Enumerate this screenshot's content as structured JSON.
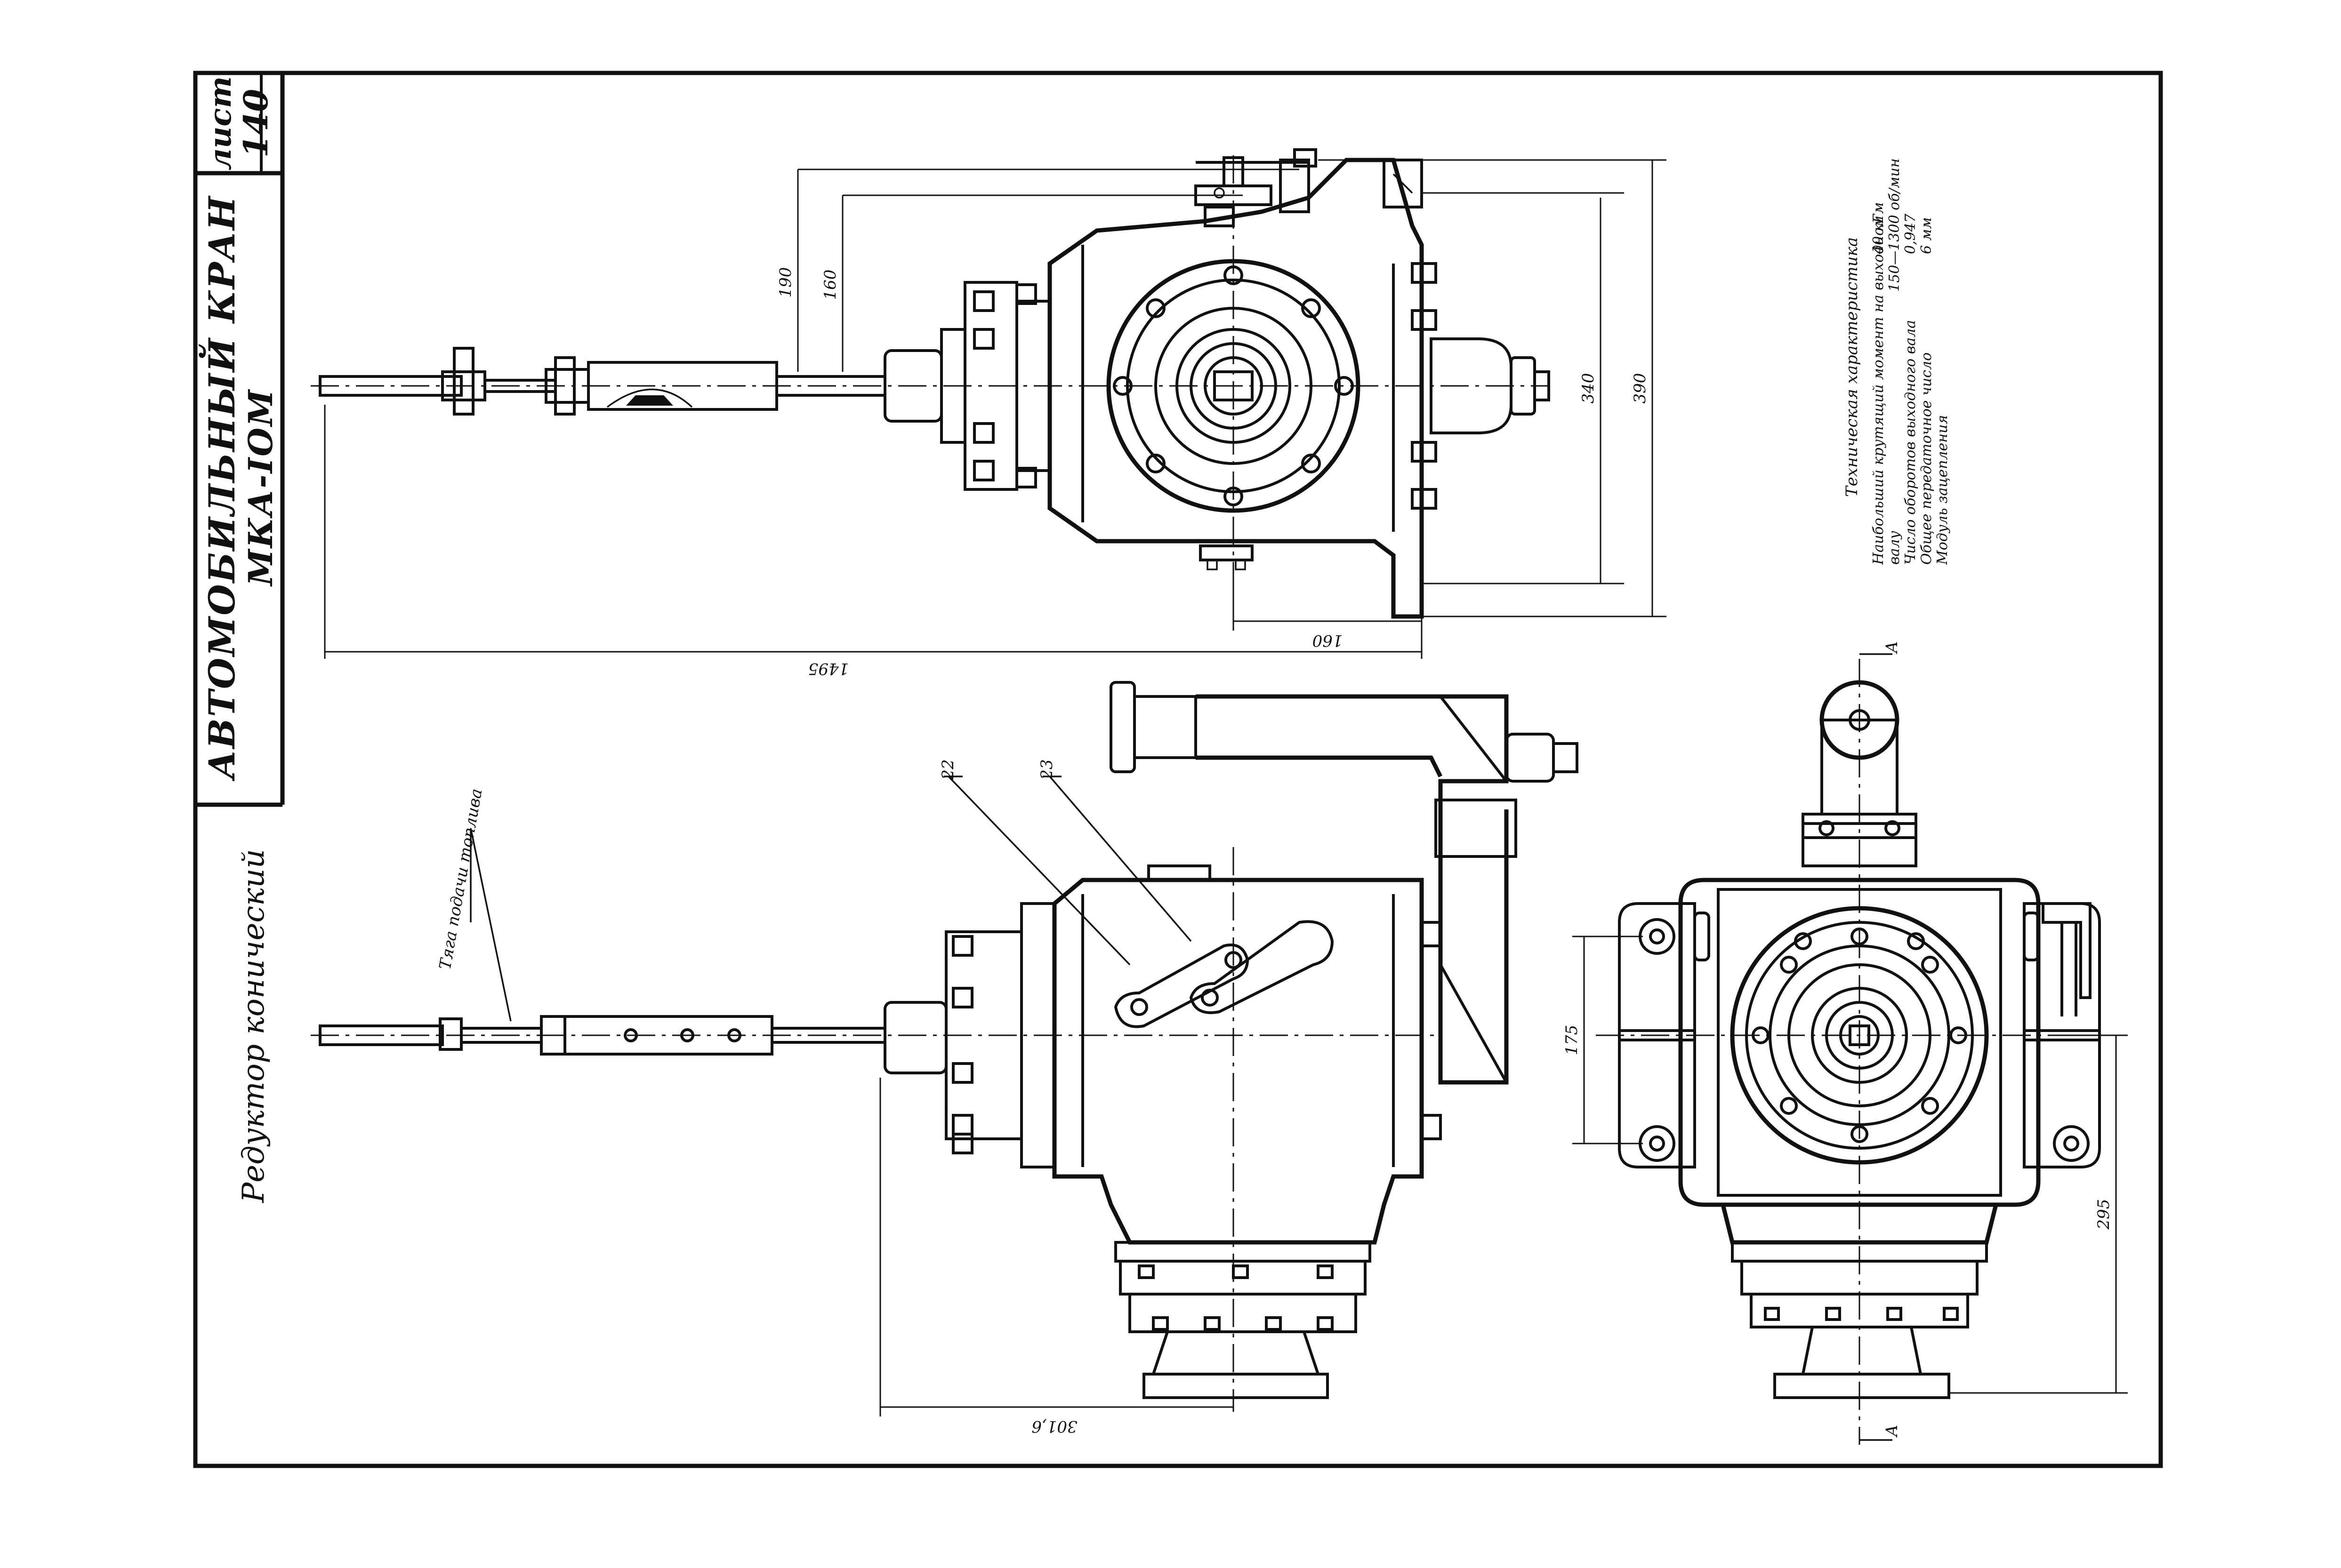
{
  "sheet": {
    "label": "лист",
    "number": "140"
  },
  "title": {
    "line1": "АВТОМОБИЛЬНЫЙ КРАН",
    "line2": "МКА-IOM"
  },
  "drawing_caption": "Редуктор конический",
  "callouts": {
    "rod": "Тяга подачи топлива",
    "part_22": "22",
    "part_23": "23",
    "section_top": "А",
    "section_bottom": "А"
  },
  "dimensions": {
    "d190": "190",
    "d160_vertical": "160",
    "d340": "340",
    "d390": "390",
    "d160_horizontal": "160",
    "d1495": "1495",
    "d175": "175",
    "d295": "295",
    "d3016": "301,6"
  },
  "specs": {
    "heading": "Техническая характеристика",
    "rows": [
      {
        "label": "Наибольший крутящий момент на выходном",
        "value": "40 кГм"
      },
      {
        "label": "валу",
        "value": ""
      },
      {
        "label": "Число оборотов выходного вала",
        "value": "150—1300 об/мин"
      },
      {
        "label": "Общее передаточное число",
        "value": "0,947"
      },
      {
        "label": "Модуль зацепления",
        "value": "6 мм"
      }
    ]
  }
}
